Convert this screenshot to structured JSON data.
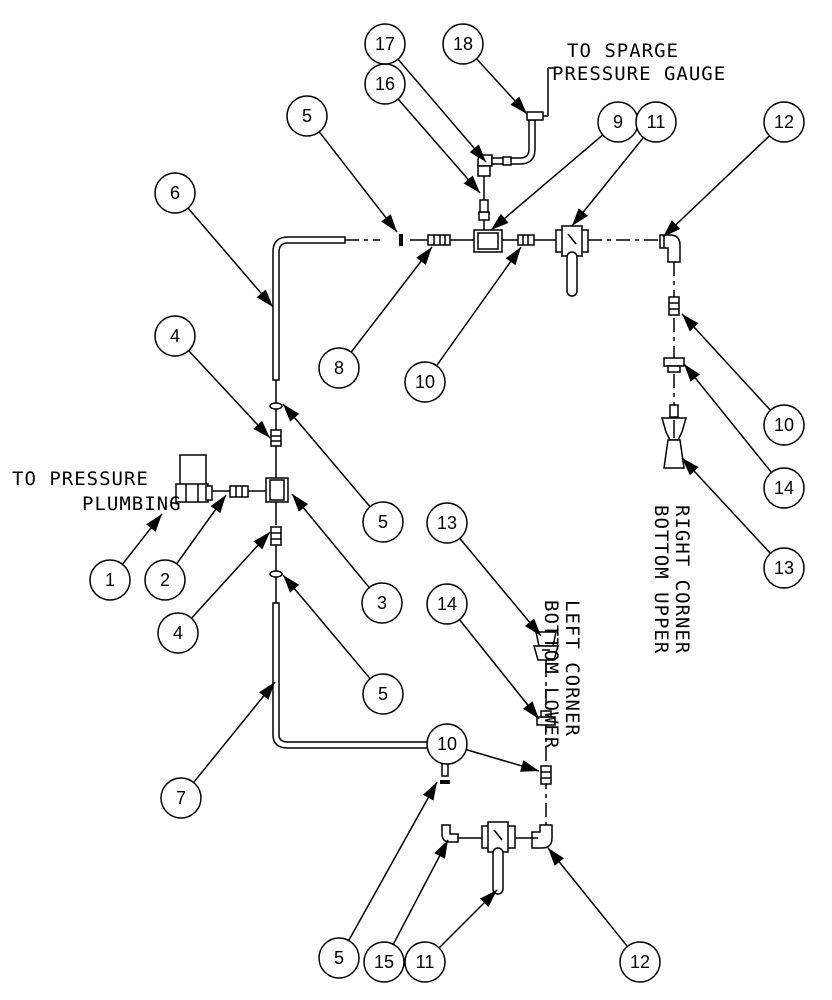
{
  "labels": {
    "pressure_line1": "TO PRESSURE",
    "pressure_line2": "PLUMBING",
    "sparge_line1": "TO SPARGE",
    "sparge_line2": "PRESSURE GAUGE",
    "lower_left_line1": "BOTTOM LOWER",
    "lower_left_line2": "LEFT CORNER",
    "upper_right_line1": "BOTTOM UPPER",
    "upper_right_line2": "RIGHT CORNER"
  },
  "callouts": [
    {
      "num": "1"
    },
    {
      "num": "2"
    },
    {
      "num": "3"
    },
    {
      "num": "4"
    },
    {
      "num": "4"
    },
    {
      "num": "5"
    },
    {
      "num": "5"
    },
    {
      "num": "5"
    },
    {
      "num": "5"
    },
    {
      "num": "6"
    },
    {
      "num": "7"
    },
    {
      "num": "8"
    },
    {
      "num": "9"
    },
    {
      "num": "10"
    },
    {
      "num": "10"
    },
    {
      "num": "10"
    },
    {
      "num": "11"
    },
    {
      "num": "11"
    },
    {
      "num": "12"
    },
    {
      "num": "12"
    },
    {
      "num": "13"
    },
    {
      "num": "13"
    },
    {
      "num": "14"
    },
    {
      "num": "14"
    },
    {
      "num": "15"
    },
    {
      "num": "16"
    },
    {
      "num": "17"
    },
    {
      "num": "18"
    }
  ]
}
